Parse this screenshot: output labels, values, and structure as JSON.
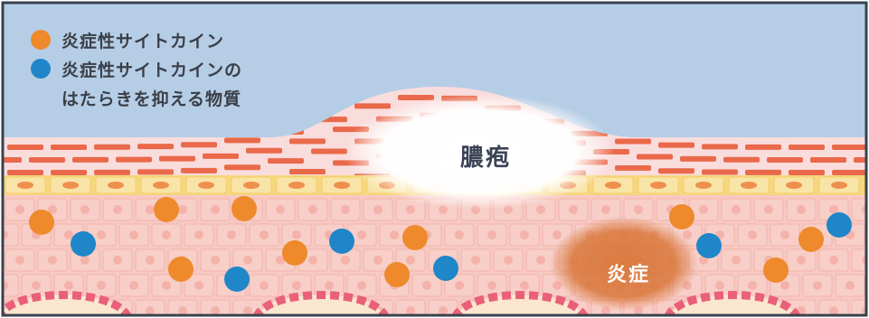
{
  "legend": {
    "cytokine_label": "炎症性サイトカイン",
    "inhibitor_label_line1": "炎症性サイトカインの",
    "inhibitor_label_line2": "はたらきを抑える物質"
  },
  "labels": {
    "pustule": "膿疱",
    "inflammation": "炎症"
  },
  "colors": {
    "sky": "#b6cde6",
    "frame": "#39424f",
    "cytokine_orange": "#ee8a2c",
    "inhibitor_blue": "#1f86c8",
    "brick_red": "#e9694a",
    "yellow_layer": "#f6d77f",
    "cell_pink": "#f7cfc8",
    "inflammation_brown": "#d9773a",
    "pustule_white": "#ffffff"
  },
  "icons": {
    "cytokine": "orange-circle",
    "inhibitor": "blue-circle"
  }
}
